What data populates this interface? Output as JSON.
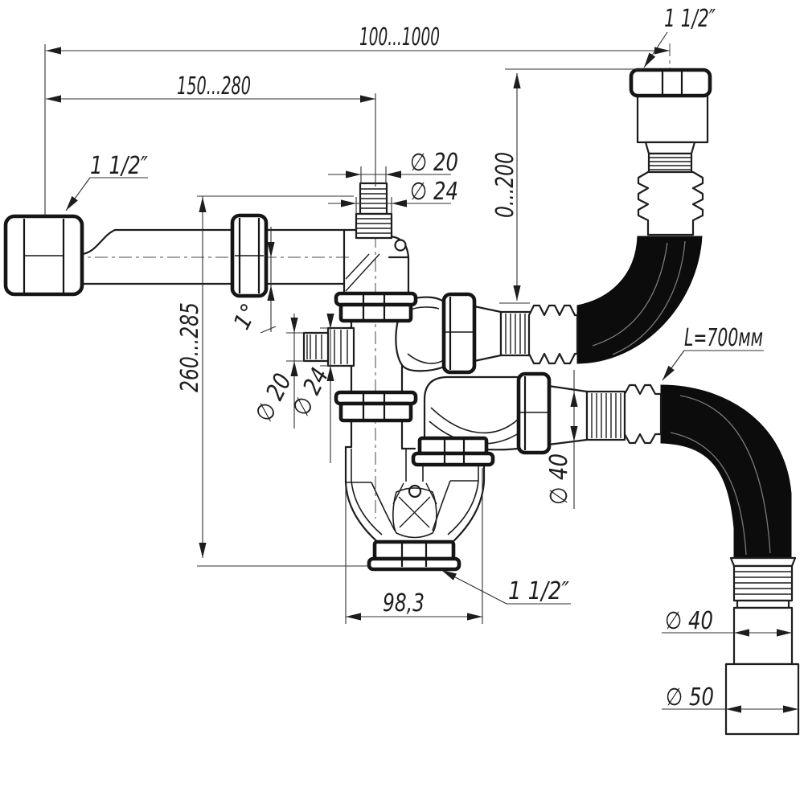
{
  "drawing": {
    "type": "technical-diagram",
    "subject": "sink-siphon-with-flexible-hoses",
    "labels": {
      "total_reach": "100...1000",
      "inlet_pipe_length": "150...280",
      "vertical_adjust": "0...200",
      "body_height": "260...285",
      "trap_width": "98,3",
      "pipe_slope": "1°",
      "thread_inlet_left": "1 1/2″",
      "thread_outlet_top": "1 1/2″",
      "thread_cleanout_bottom": "1 1/2″",
      "top_spigot_od_small": "∅ 20",
      "top_spigot_od_large": "∅ 24",
      "side_spigot_od_small": "∅ 20",
      "side_spigot_od_large": "∅ 24",
      "hose_cuff_dia": "∅ 40",
      "outlet_dia_small": "∅ 40",
      "outlet_dia_large": "∅ 50",
      "hose_length": "L=700мм"
    },
    "colors": {
      "line": "#1d1d1d",
      "heavy_line": "#151515",
      "hose_fill": "#0c0c0c",
      "background": "#ffffff"
    }
  }
}
